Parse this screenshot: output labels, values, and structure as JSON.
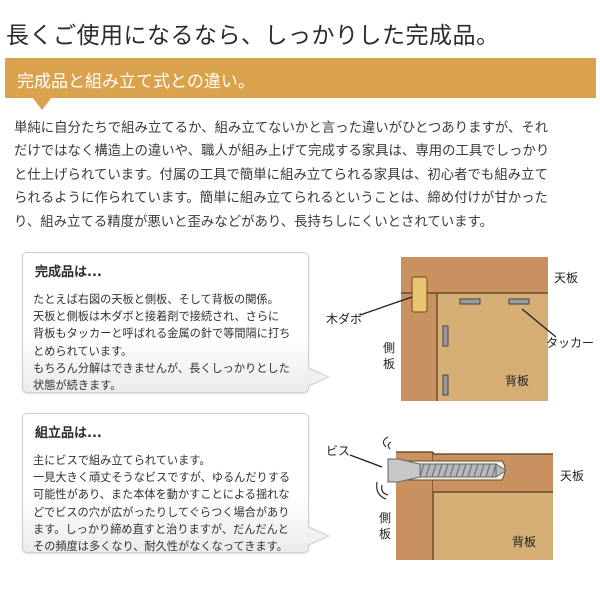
{
  "title": "長くご使用になるなら、しっかりした完成品。",
  "banner": {
    "text": "完成品と組み立て式との違い。",
    "color": "#DBA24E"
  },
  "intro": {
    "lines": [
      "単純に自分たちで組み立てるか、組み立てないかと言った違いがひとつありますが、それ",
      "だけではなく構造上の違いや、職人が組み上げて完成する家具は、専用の工具でしっかり",
      "と仕上げられています。付属の工具で簡単に組み立てられる家具は、初心者でも組み立て",
      "られるように作られています。簡単に組み立てられるということは、締め付けが甘かった",
      "り、組み立てる精度が悪いと歪みなどがあり、長持ちしにくいとされています。"
    ]
  },
  "finished": {
    "heading": "完成品は...",
    "lines": [
      "たとえば右図の天板と側板、そして背板の関係。",
      "天板と側板は木ダボと接着剤で接続され、さらに",
      "背板もタッカーと呼ばれる金属の針で等間隔に打ち",
      "とめられています。",
      "もちろん分解はできませんが、長くしっかりとした",
      "状態が続きます。"
    ],
    "diagram": {
      "top_board": "天板",
      "side_board": "側板",
      "back_board": "背板",
      "dowel": "木ダボ",
      "tacker": "タッカー"
    }
  },
  "assembled": {
    "heading": "組立品は...",
    "lines": [
      "主にビスで組み立てられています。",
      "一見大きく頑丈そうなビスですが、ゆるんだりする",
      "可能性があり、また本体を動かすことによる揺れな",
      "どでビスの穴が広がったりしてぐらつく場合があり",
      "ます。しっかり締め直すと治りますが、だんだんと",
      "その頻度は多くなり、耐久性がなくなってきます。"
    ],
    "diagram": {
      "screw": "ビス",
      "top_board": "天板",
      "side_board": "側板",
      "back_board": "背板"
    }
  },
  "colors": {
    "wood_dark": "#C8915F",
    "wood_light": "#D4AE74",
    "dowel": "#E9C36F",
    "outline": "#5a3a22"
  }
}
